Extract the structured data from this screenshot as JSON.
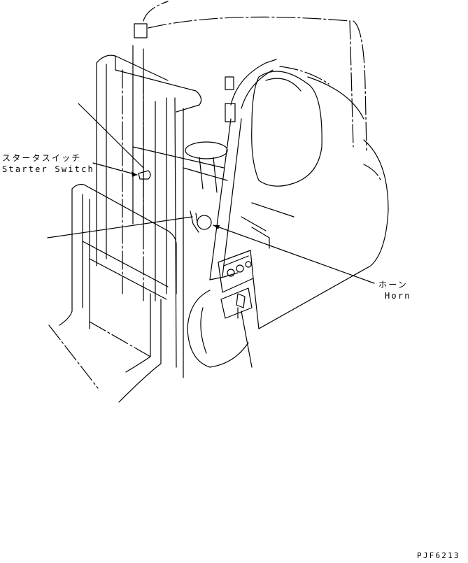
{
  "labels": {
    "starter_switch_jp": "スタータスイッチ",
    "starter_switch_en": "Starter Switch",
    "horn_jp": "ホーン",
    "horn_en": "Horn",
    "figure_code": "PJF6213"
  },
  "colors": {
    "line": "#000000",
    "background": "#ffffff"
  }
}
